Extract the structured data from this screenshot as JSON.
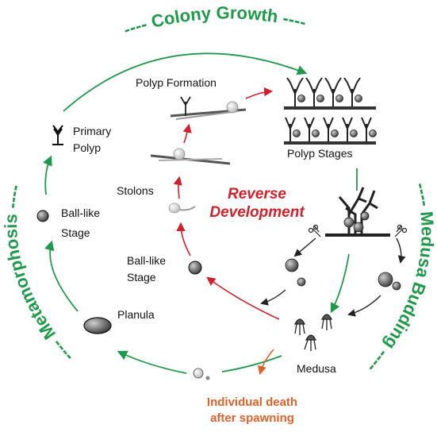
{
  "titles": {
    "colony_growth": "---- Colony Growth ----",
    "medusa_budding": "---- Medusa Budding ----",
    "metamorphosis": "---- Metamorphosis ----",
    "reverse_line1": "Reverse",
    "reverse_line2": "Development"
  },
  "labels": {
    "polyp_formation": "Polyp Formation",
    "polyp_stages": "Polyp Stages",
    "primary_polyp_1": "Primary",
    "primary_polyp_2": "Polyp",
    "stolons": "Stolons",
    "ball_like_outer_1": "Ball-like",
    "ball_like_outer_2": "Stage",
    "ball_like_inner_1": "Ball-like",
    "ball_like_inner_2": "Stage",
    "planula": "Planula",
    "medusa": "Medusa",
    "death_line1": "Individual death",
    "death_line2": "after spawning"
  },
  "colors": {
    "green": "#1f9a4a",
    "red": "#d0202a",
    "orange": "#e0622a",
    "dark": "#222222"
  }
}
